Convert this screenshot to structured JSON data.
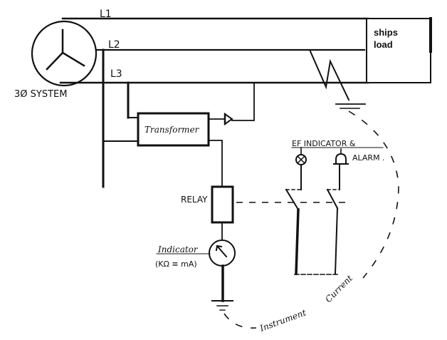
{
  "diagram": {
    "title": "Earth fault indicator circuit for ship's 3-phase system",
    "labels": {
      "line1": "L1",
      "line2": "L2",
      "line3": "L3",
      "system": "3Ø SYSTEM",
      "load": [
        "ships",
        "load"
      ],
      "transformer": "Transformer",
      "relay": "RELAY",
      "indicator": "Indicator",
      "indicator_range": "(KΩ ≡ mA)",
      "ef_indicator": "EF INDICATOR &",
      "alarm": "ALARM .",
      "current_path": [
        "Instrument",
        "Current"
      ]
    },
    "components": [
      {
        "id": "generator",
        "type": "3-phase star source"
      },
      {
        "id": "ships-load",
        "type": "load box"
      },
      {
        "id": "transformer",
        "type": "transformer"
      },
      {
        "id": "diode",
        "type": "rectifier diode"
      },
      {
        "id": "relay",
        "type": "relay coil"
      },
      {
        "id": "indicator-meter",
        "type": "meter"
      },
      {
        "id": "ef-lamp",
        "type": "indicator lamp"
      },
      {
        "id": "alarm-bell",
        "type": "alarm"
      },
      {
        "id": "earth-fault",
        "type": "fault to earth"
      }
    ],
    "icons": {
      "lamp": "lamp-cross-icon",
      "alarm": "alarm-bell-icon",
      "earth": "earth-ground-icon",
      "diode": "diode-icon",
      "meter": "meter-needle-icon"
    }
  }
}
